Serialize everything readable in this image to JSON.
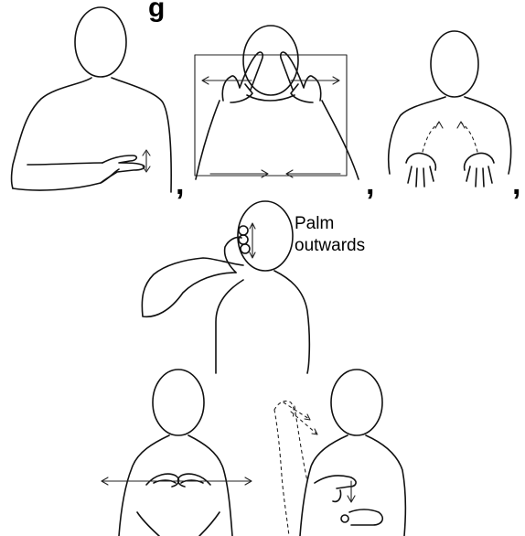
{
  "heading_fragment": "g",
  "separators": [
    ",",
    ",",
    ","
  ],
  "annotation": {
    "line1": "Palm",
    "line2": "outwards"
  },
  "panels": [
    {
      "name": "sign-figure-1"
    },
    {
      "name": "sign-figure-2"
    },
    {
      "name": "sign-figure-3"
    },
    {
      "name": "sign-figure-4"
    },
    {
      "name": "sign-figure-5"
    },
    {
      "name": "sign-figure-6"
    }
  ]
}
